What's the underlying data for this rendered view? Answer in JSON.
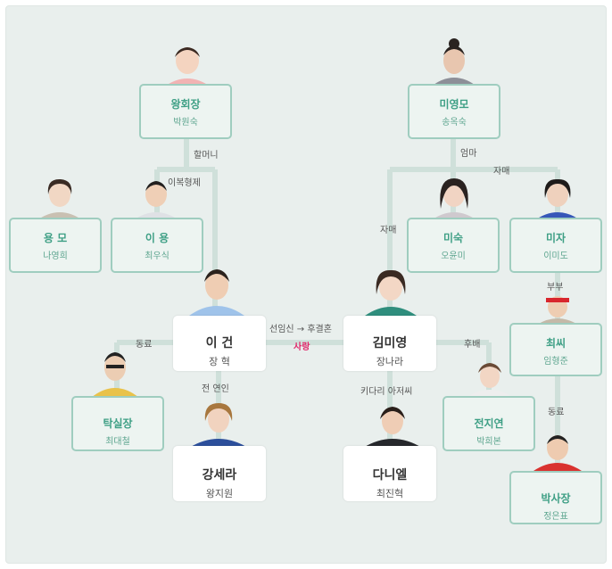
{
  "characters": {
    "wang": {
      "role": "왕회장",
      "actor": "박원숙"
    },
    "mimom": {
      "role": "미영모",
      "actor": "송옥숙"
    },
    "yongmo": {
      "role": "용 모",
      "actor": "나영희"
    },
    "iyong": {
      "role": "이 용",
      "actor": "최우식"
    },
    "misuk": {
      "role": "미숙",
      "actor": "오윤미"
    },
    "mija": {
      "role": "미자",
      "actor": "이미도"
    },
    "igeon": {
      "role": "이 건",
      "actor": "장 혁"
    },
    "mimiyoung": {
      "role": "김미영",
      "actor": "장나라"
    },
    "choi": {
      "role": "최씨",
      "actor": "임형준"
    },
    "tak": {
      "role": "탁실장",
      "actor": "최대철"
    },
    "jeon": {
      "role": "전지연",
      "actor": "박희본"
    },
    "kang": {
      "role": "강세라",
      "actor": "왕지원"
    },
    "daniel": {
      "role": "다니엘",
      "actor": "최진혁"
    },
    "park": {
      "role": "박사장",
      "actor": "정은표"
    }
  },
  "relations": {
    "grandma": "할머니",
    "half_brothers": "이복형제",
    "mom": "엄마",
    "sisters1": "자매",
    "sisters2": "자매",
    "couple": "부부",
    "coworker1": "동료",
    "first_pregnancy": "선임신 → 후결혼",
    "love": "사랑",
    "junior": "후배",
    "ex_lover": "전 연인",
    "kidari": "키다리 아저씨",
    "coworker2": "동료"
  }
}
